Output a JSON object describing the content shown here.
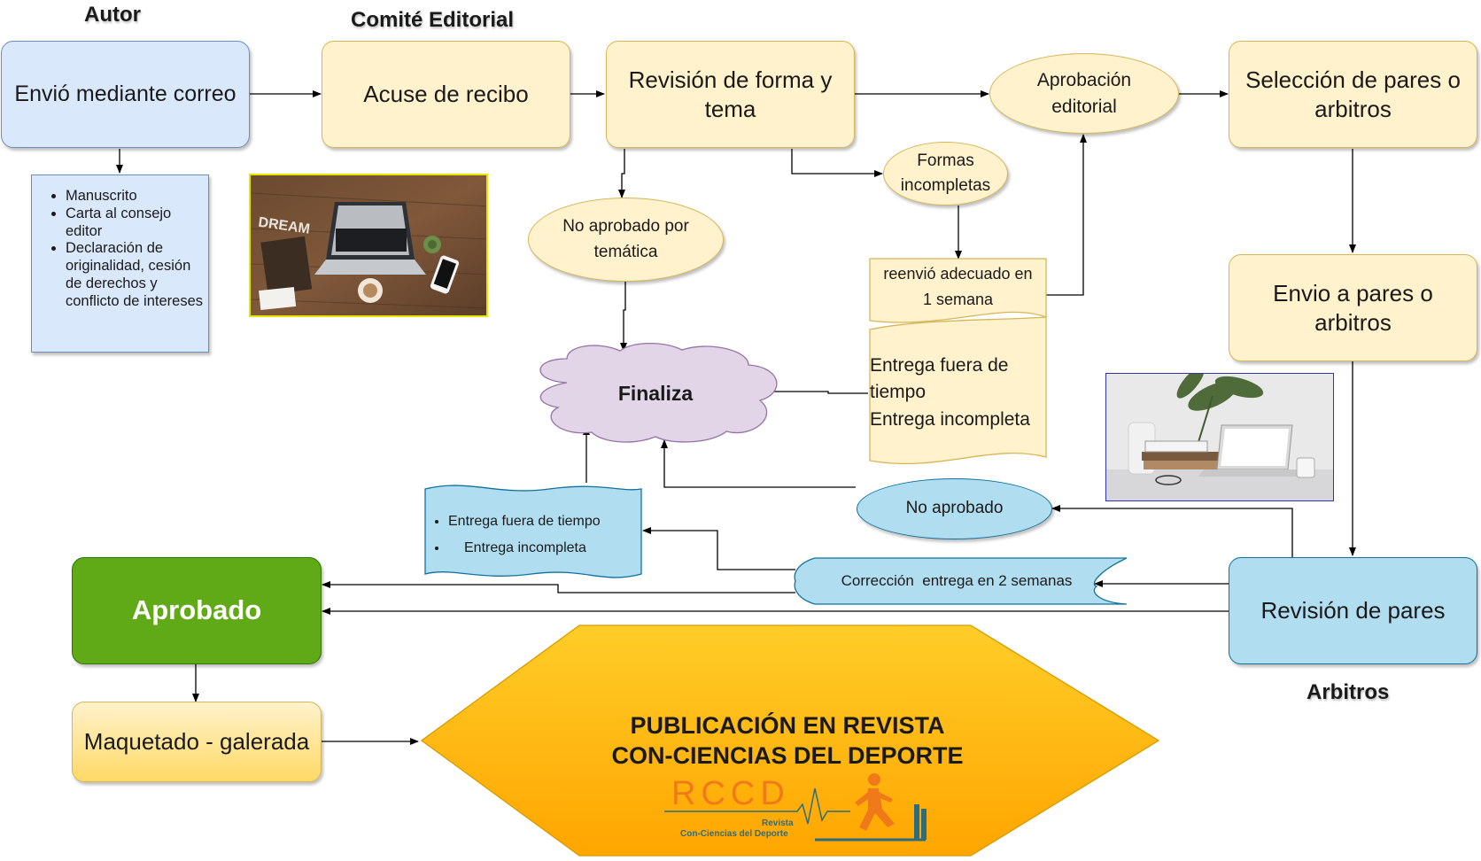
{
  "headers": {
    "autor": "Autor",
    "comite": "Comité Editorial",
    "arbitros": "Arbitros"
  },
  "nodes": {
    "envio_correo": "Envió mediante correo",
    "acuse": "Acuse de recibo",
    "revision_forma": "Revisión de forma y tema",
    "aprobacion_editorial": "Aprobación editorial",
    "seleccion_pares": "Selección de pares o arbitros",
    "formas_incompletas": "Formas incompletas",
    "no_aprobado_tematica": "No aprobado por temática",
    "reenvio": "reenvió adecuado en 1 semana",
    "envio_pares": "Envio a pares o arbitros",
    "entrega_fuera_line1": "Entrega fuera de tiempo",
    "entrega_fuera_line2": "Entrega incompleta",
    "finaliza": "Finaliza",
    "no_aprobado": "No aprobado",
    "entrega_list": [
      "Entrega fuera de tiempo",
      "Entrega incompleta"
    ],
    "correccion": "Corrección  entrega en 2 semanas",
    "aprobado": "Aprobado",
    "revision_pares": "Revisión de pares",
    "maquetado": "Maquetado - galerada",
    "publicacion_line1": "PUBLICACIÓN EN REVISTA",
    "publicacion_line2": "CON-CIENCIAS DEL DEPORTE"
  },
  "documents": [
    "Manuscrito",
    "Carta al consejo editor",
    "Declaración de originalidad, cesión de derechos y conflicto de intereses"
  ],
  "photo1": {
    "text": "DREAM"
  },
  "logo": {
    "letters": "RCCD",
    "line1": "Revista",
    "line2": "Con-Ciencias del Deporte"
  },
  "colors": {
    "yellow_fill": "#fff2cc",
    "yellow_stroke": "#d6b656",
    "blue_fill": "#dae8fc",
    "light_blue_fill": "#b1ddf0",
    "green_fill": "#60a917",
    "purple_fill": "#e1d5e7",
    "orange": "#f5a623"
  }
}
